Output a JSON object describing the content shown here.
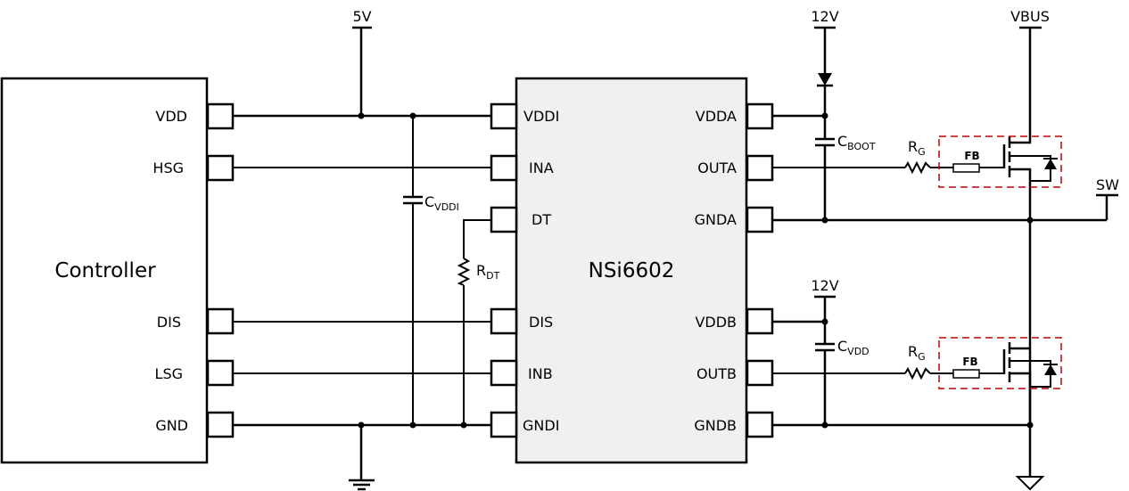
{
  "diagram": {
    "controller": {
      "title": "Controller",
      "pins": [
        "VDD",
        "HSG",
        "DIS",
        "LSG",
        "GND"
      ]
    },
    "ic": {
      "name": "NSi6602",
      "fill": "#f0f0f0",
      "left_pins": [
        "VDDI",
        "INA",
        "DT",
        "DIS",
        "INB",
        "GNDI"
      ],
      "right_pins": [
        "VDDA",
        "OUTA",
        "GNDA",
        "VDDB",
        "OUTB",
        "GNDB"
      ]
    },
    "rails": {
      "v5": "5V",
      "v12_top": "12V",
      "v12_bottom": "12V",
      "vbus": "VBUS",
      "sw": "SW"
    },
    "components": {
      "c_vddi": {
        "main": "C",
        "sub": "VDDI"
      },
      "r_dt": {
        "main": "R",
        "sub": "DT"
      },
      "c_boot": {
        "main": "C",
        "sub": "BOOT"
      },
      "c_vdd": {
        "main": "C",
        "sub": "VDD"
      },
      "rg_top": {
        "main": "R",
        "sub": "G"
      },
      "rg_bottom": {
        "main": "R",
        "sub": "G"
      },
      "fb_top": "FB",
      "fb_bottom": "FB"
    },
    "colors": {
      "wire": "#000000",
      "highlight_box": "#c00000"
    }
  }
}
